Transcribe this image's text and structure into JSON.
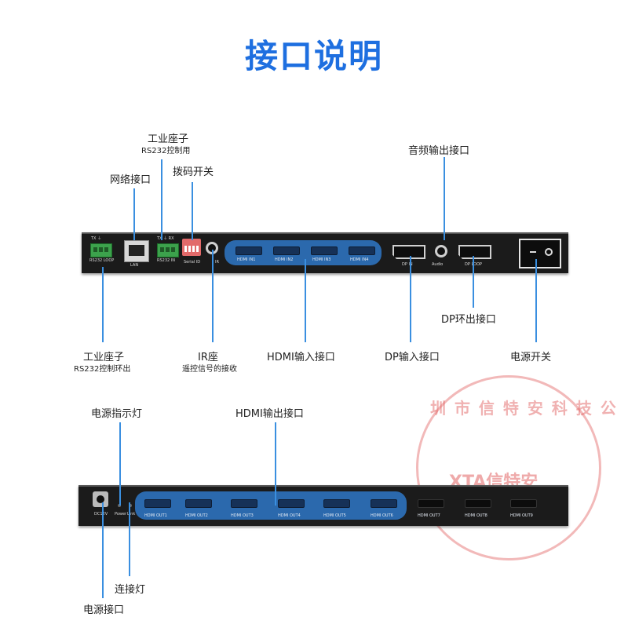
{
  "title": "接口说明",
  "top_labels": {
    "terminal_in_line1": "工业座子",
    "terminal_in_line2": "RS232控制用",
    "network": "网络接口",
    "dip": "拨码开关",
    "audio": "音频输出接口",
    "terminal_loop_line1": "工业座子",
    "terminal_loop_line2": "RS232控制环出",
    "ir_line1": "IR座",
    "ir_line2": "遥控信号的接收",
    "hdmi_in": "HDMI输入接口",
    "dp_in": "DP输入接口",
    "dp_loop": "DP环出接口",
    "power_switch": "电源开关"
  },
  "top_panel": {
    "rs232_loop": "RS232 LOOP",
    "rs232_in": "RS232 IN",
    "tx": "TX",
    "rx": "RX",
    "lan": "LAN",
    "dip_label": "Serial ID",
    "ir": "IR",
    "hdmi_inputs": [
      "HDMI IN1",
      "HDMI IN2",
      "HDMI IN3",
      "HDMI IN4"
    ],
    "dp_in": "DP IN",
    "audio": "Audio",
    "dp_loop": "DP LOOP"
  },
  "bottom_labels": {
    "power_led": "电源指示灯",
    "hdmi_out": "HDMI输出接口",
    "link_led": "连接灯",
    "power_jack": "电源接口"
  },
  "bottom_panel": {
    "dc": "DC12V",
    "power": "Power",
    "link": "Link",
    "hdmi_outputs": [
      "HDMI OUT1",
      "HDMI OUT2",
      "HDMI OUT3",
      "HDMI OUT4",
      "HDMI OUT5",
      "HDMI OUT6"
    ],
    "hdmi_outputs_dark": [
      "HDMI OUT7",
      "HDMI OUT8",
      "HDMI OUT9"
    ]
  },
  "watermark": {
    "arc_text": "圳 市 信 特 安 科 技 公",
    "brand": "XTA信特安"
  },
  "colors": {
    "title": "#1e6fe0",
    "line": "#3a8fe0",
    "hdmi_group": "#2b69ad",
    "panel": "#1b1b1b"
  }
}
